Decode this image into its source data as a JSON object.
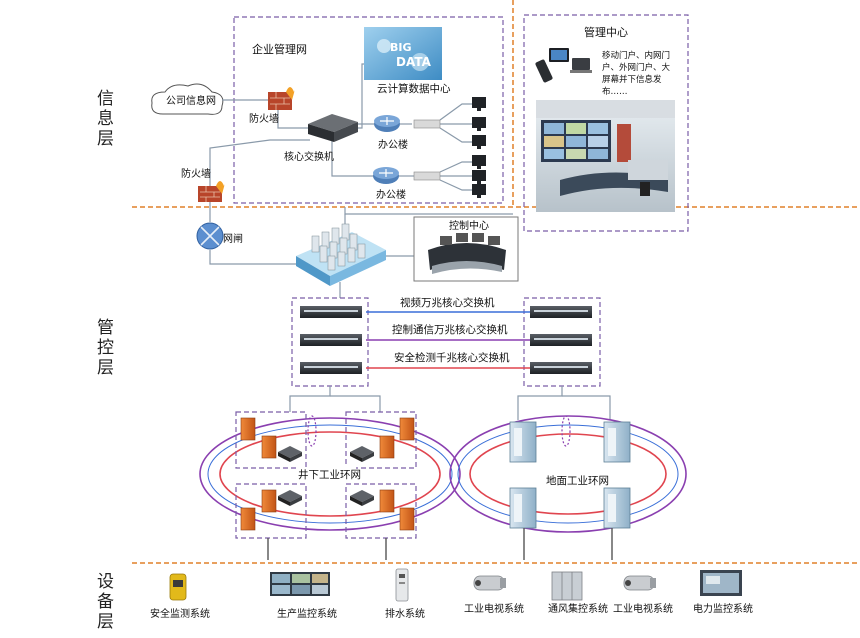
{
  "layers": {
    "info": [
      "信",
      "息",
      "层"
    ],
    "control": [
      "管",
      "控",
      "层"
    ],
    "device": [
      "设",
      "备",
      "层"
    ]
  },
  "info_layer": {
    "enterprise_net": "企业管理网",
    "cloud_center": "云计算数据中心",
    "public_net": "公司信息网",
    "firewall_top": "防火墙",
    "firewall_bottom": "防火墙",
    "core_switch": "核心交换机",
    "office_a": "办公楼",
    "office_b": "办公楼",
    "gateway": "网闸",
    "bigdata_words": [
      "BIG",
      "DATA"
    ]
  },
  "management_center": {
    "title": "管理中心",
    "desc_lines": [
      "移动门户、内网门",
      "户、外网门户、大",
      "屏幕并下信息发",
      "布……"
    ]
  },
  "control_layer": {
    "control_center": "控制中心",
    "switches": [
      "视频万兆核心交换机",
      "控制通信万兆核心交换机",
      "安全检测千兆核心交换机"
    ],
    "line_colors": [
      "#3a6fd8",
      "#8a3fb0",
      "#e0454f"
    ]
  },
  "rings": {
    "underground": "井下工业环网",
    "surface": "地面工业环网"
  },
  "devices": [
    {
      "label": "安全监测系统",
      "icon": "safety-monitor-icon"
    },
    {
      "label": "生产监控系统",
      "icon": "production-monitor-icon"
    },
    {
      "label": "排水系统",
      "icon": "drainage-icon"
    },
    {
      "label": "工业电视系统",
      "icon": "camera-icon"
    },
    {
      "label": "通风集控系统",
      "icon": "ventilation-cabinet-icon"
    },
    {
      "label": "工业电视系统",
      "icon": "camera-icon"
    },
    {
      "label": "电力监控系统",
      "icon": "power-monitor-icon"
    }
  ],
  "colors": {
    "dashed_purple": "#7a5ea8",
    "orange_divider": "#e0802a",
    "gray_line": "#8a9aaa"
  }
}
